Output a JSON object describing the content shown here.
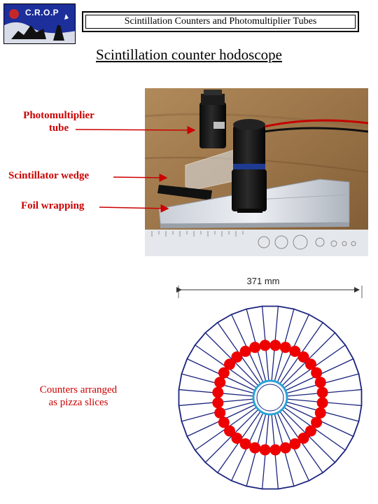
{
  "logo": {
    "text": "C.R.O.P"
  },
  "header": {
    "title": "Scintillation Counters and Photomultiplier Tubes"
  },
  "page_title": "Scintillation counter hodoscope",
  "labels": {
    "pmt_line1": "Photomultiplier",
    "pmt_line2": "tube",
    "wedge": "Scintillator wedge",
    "foil": "Foil wrapping",
    "counters_line1": "Counters arranged",
    "counters_line2": "as pizza slices"
  },
  "diagram": {
    "dimension_label": "371 mm",
    "wedge_count": 36,
    "pmt_count": 32
  },
  "colors": {
    "label_red": "#cc0000",
    "diagram_blue": "#1a237e",
    "pmt_red": "#ee0000",
    "hub_cyan": "#29a3d6"
  }
}
